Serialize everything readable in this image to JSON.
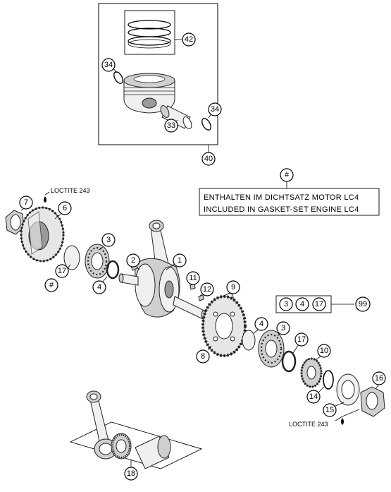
{
  "callouts": {
    "c42": "42",
    "c34a": "34",
    "c34b": "34",
    "c33": "33",
    "c40": "40",
    "c7": "7",
    "c6": "6",
    "c3a": "3",
    "c17a": "17",
    "c4a": "4",
    "chash": "#",
    "c2": "2",
    "c1": "1",
    "c11": "11",
    "c12": "12",
    "c9": "9",
    "c4b": "4",
    "c3b": "3",
    "c8": "8",
    "c17b": "17",
    "c10": "10",
    "c14": "14",
    "c15": "15",
    "c16": "16",
    "c18": "18"
  },
  "loctite_top": "LOCTITE 243",
  "loctite_bottom": "LOCTITE 243",
  "note": {
    "symbol": "#",
    "line1": "ENTHALTEN IM DICHTSATZ MOTOR LC4",
    "line2": "INCLUDED IN GASKET-SET ENGINE LC4"
  },
  "kit": {
    "parts": [
      "3",
      "4",
      "17"
    ],
    "result": "99"
  }
}
